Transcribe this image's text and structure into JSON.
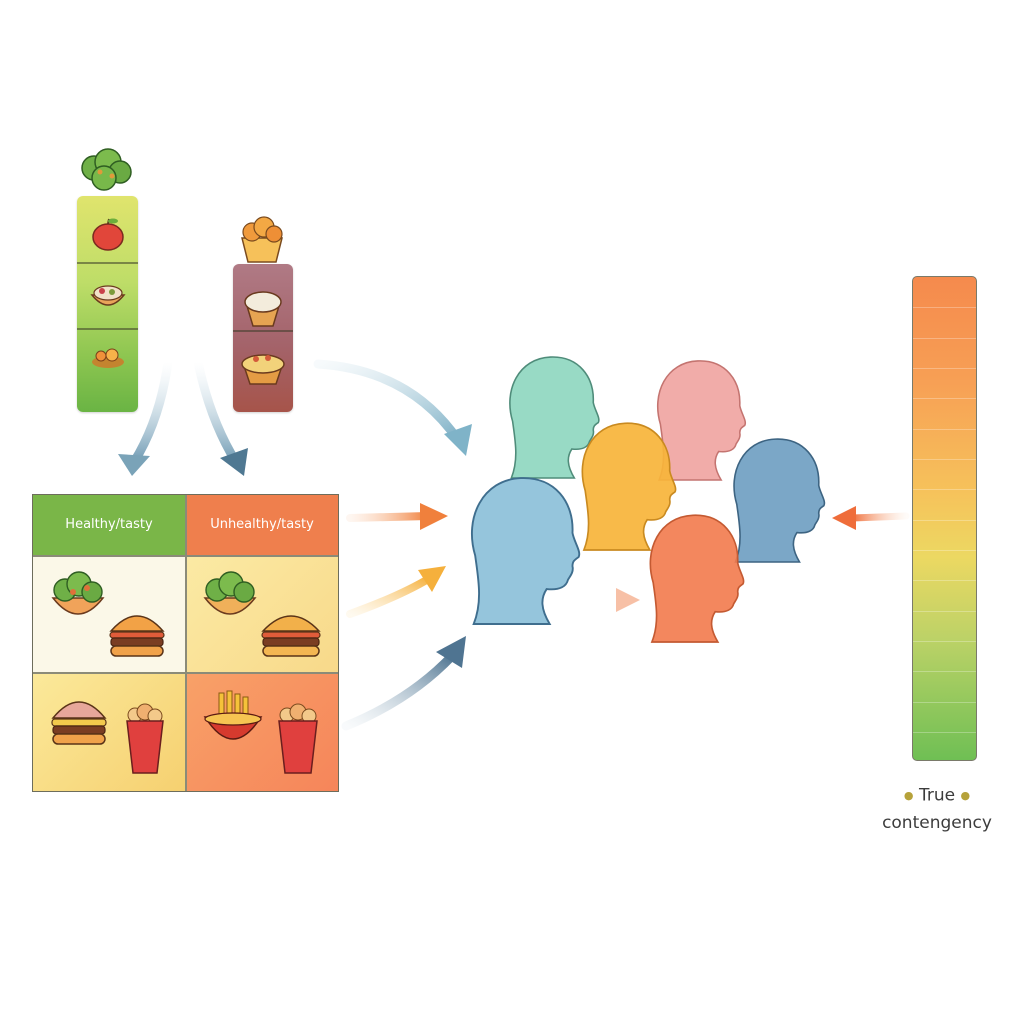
{
  "diagram": {
    "matrix": {
      "col_healthy_label": "Healthy/tasty",
      "col_unhealthy_label": "Unhealthy/tasty"
    },
    "scale": {
      "label_line1": "True",
      "label_line2": "contengency"
    },
    "colors": {
      "healthy_green": "#7ab648",
      "unhealthy_orange": "#ef7f4d",
      "head_blue": "#8fc2da",
      "head_teal": "#86d3bb",
      "head_yellow": "#f7b43a",
      "head_pink": "#f0a3a0",
      "head_slate": "#6d9dc1",
      "head_orange": "#f27a4c"
    }
  }
}
